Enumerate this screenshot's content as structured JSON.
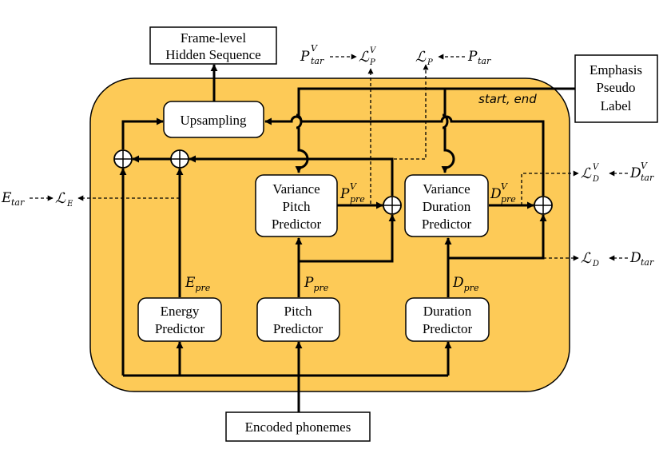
{
  "blocks": {
    "frame_level": [
      "Frame-level",
      "Hidden Sequence"
    ],
    "emphasis": [
      "Emphasis",
      "Pseudo",
      "Label"
    ],
    "upsampling": "Upsampling",
    "variance_pitch": [
      "Variance",
      "Pitch",
      "Predictor"
    ],
    "variance_duration": [
      "Variance",
      "Duration",
      "Predictor"
    ],
    "energy": [
      "Energy",
      "Predictor"
    ],
    "pitch": [
      "Pitch",
      "Predictor"
    ],
    "duration": [
      "Duration",
      "Predictor"
    ],
    "encoded": "Encoded phonemes"
  },
  "labels": {
    "start_end": "start, end",
    "e_pre": {
      "base": "E",
      "sub": "pre"
    },
    "p_pre": {
      "base": "P",
      "sub": "pre"
    },
    "d_pre": {
      "base": "D",
      "sub": "pre"
    },
    "pv_pre": {
      "base": "P",
      "sup": "V",
      "sub": "pre"
    },
    "dv_pre": {
      "base": "D",
      "sup": "V",
      "sub": "pre"
    }
  },
  "losses": {
    "pv_tar": {
      "base": "P",
      "sup": "V",
      "sub": "tar"
    },
    "lv_p": {
      "base": "ℒ",
      "sup": "V",
      "sub": "P"
    },
    "l_p": {
      "base": "ℒ",
      "sub": "P"
    },
    "p_tar": {
      "base": "P",
      "sub": "tar"
    },
    "e_tar": {
      "base": "E",
      "sub": "tar"
    },
    "l_e": {
      "base": "ℒ",
      "sub": "E"
    },
    "lv_d": {
      "base": "ℒ",
      "sup": "V",
      "sub": "D"
    },
    "dv_tar": {
      "base": "D",
      "sup": "V",
      "sub": "tar"
    },
    "l_d": {
      "base": "ℒ",
      "sub": "D"
    },
    "d_tar": {
      "base": "D",
      "sub": "tar"
    }
  },
  "colors": {
    "module_fill": "#fdca57",
    "line": "#000000",
    "box_fill": "#ffffff"
  }
}
